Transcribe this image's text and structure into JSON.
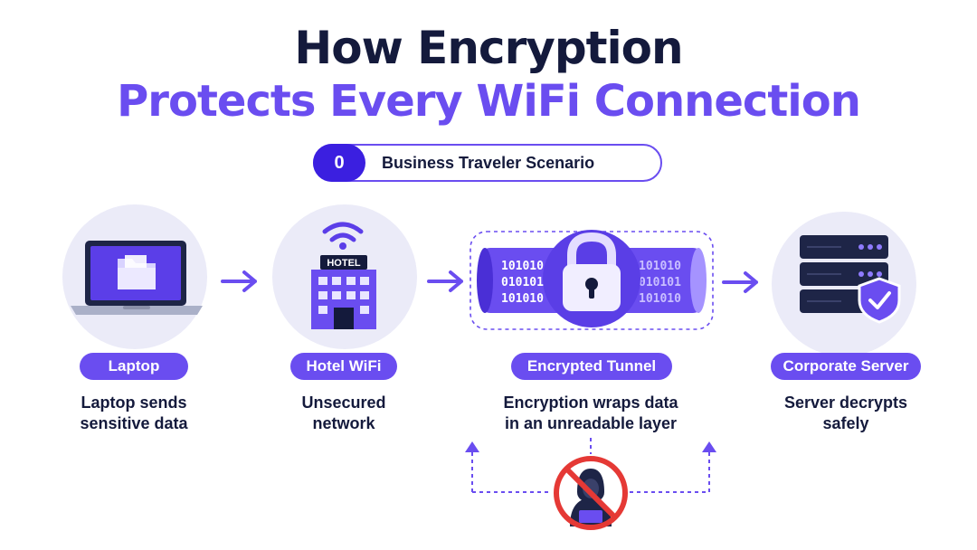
{
  "title": {
    "line1": "How Encryption",
    "line2": "Protects Every WiFi Connection"
  },
  "scenario": {
    "number": "0",
    "label": "Business Traveler Scenario"
  },
  "steps": [
    {
      "label": "Laptop",
      "desc": [
        "Laptop sends",
        "sensitive data"
      ],
      "icon": "laptop-folder-icon"
    },
    {
      "label": "Hotel WiFi",
      "desc": [
        "Unsecured",
        "network"
      ],
      "icon": "hotel-wifi-icon",
      "sign": "HOTEL"
    },
    {
      "label": "Encrypted Tunnel",
      "desc": [
        "Encryption wraps data",
        "in an unreadable layer"
      ],
      "icon": "padlock-tunnel-icon",
      "binary_left": [
        "101010",
        "010101",
        "101010"
      ],
      "binary_right": [
        "101010",
        "010101",
        "101010"
      ]
    },
    {
      "label": "Corporate Server",
      "desc": [
        "Server decrypts",
        "safely"
      ],
      "icon": "server-shield-icon"
    }
  ],
  "hacker": {
    "icon": "blocked-hacker-icon"
  },
  "colors": {
    "accent": "#6a4df0",
    "dark": "#141a3c",
    "deep": "#3b1fe0",
    "block": "#e53935",
    "bg_circle": "#ebebf8"
  }
}
